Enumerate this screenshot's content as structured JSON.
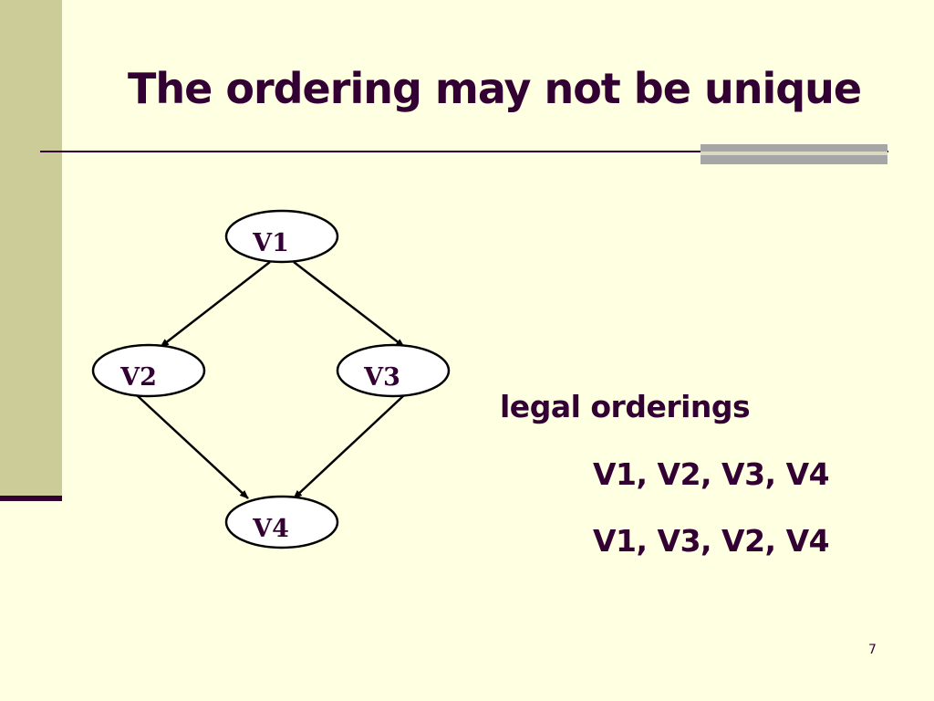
{
  "slide": {
    "title": "The ordering may not be unique",
    "page_number": "7"
  },
  "graph": {
    "nodes": [
      {
        "id": "V1",
        "label": "V1"
      },
      {
        "id": "V2",
        "label": "V2"
      },
      {
        "id": "V3",
        "label": "V3"
      },
      {
        "id": "V4",
        "label": "V4"
      }
    ],
    "edges": [
      {
        "from": "V1",
        "to": "V2"
      },
      {
        "from": "V1",
        "to": "V3"
      },
      {
        "from": "V2",
        "to": "V4"
      },
      {
        "from": "V3",
        "to": "V4"
      }
    ]
  },
  "orderings": {
    "heading": "legal orderings",
    "items": [
      "V1, V2, V3, V4",
      "V1, V3, V2, V4"
    ]
  },
  "colors": {
    "background": "#FFFFE1",
    "accent_band": "#CCCC99",
    "text": "#330033"
  }
}
